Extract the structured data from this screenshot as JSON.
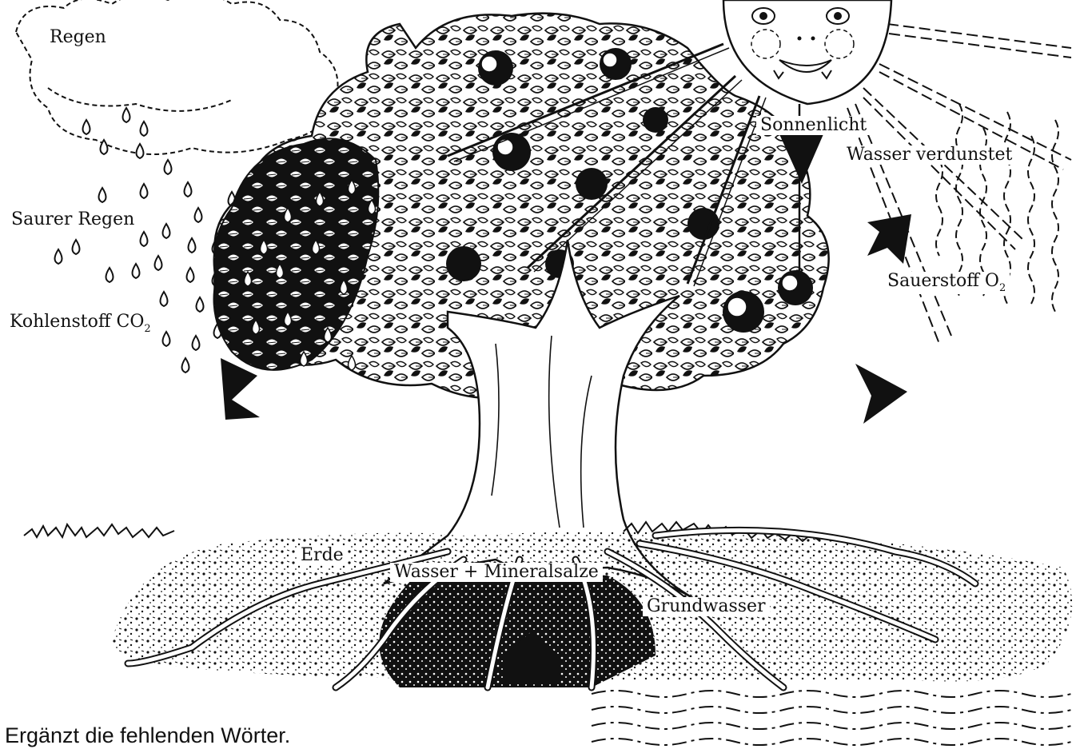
{
  "labels": {
    "regen": "Regen",
    "saurer_regen": "Saurer Regen",
    "kohlenstoff": "Kohlenstoff CO",
    "kohlenstoff_sub": "2",
    "sonnenlicht": "Sonnenlicht",
    "wasser_verdunstet": "Wasser verdunstet",
    "sauerstoff": "Sauerstoff O",
    "sauerstoff_sub": "2",
    "erde": "Erde",
    "wasser_mineralsalze": "Wasser + Mineralsalze",
    "grundwasser": "Grundwasser"
  },
  "instruction": "Ergänzt die fehlenden Wörter.",
  "icons": [
    "cloud-icon",
    "raindrop-icon",
    "sun-face-icon",
    "sun-ray-icon",
    "arrow-icon",
    "tree-icon",
    "root-icon",
    "water-wave-icon",
    "grass-icon"
  ],
  "colors": {
    "ink": "#111111",
    "paper": "#ffffff"
  }
}
